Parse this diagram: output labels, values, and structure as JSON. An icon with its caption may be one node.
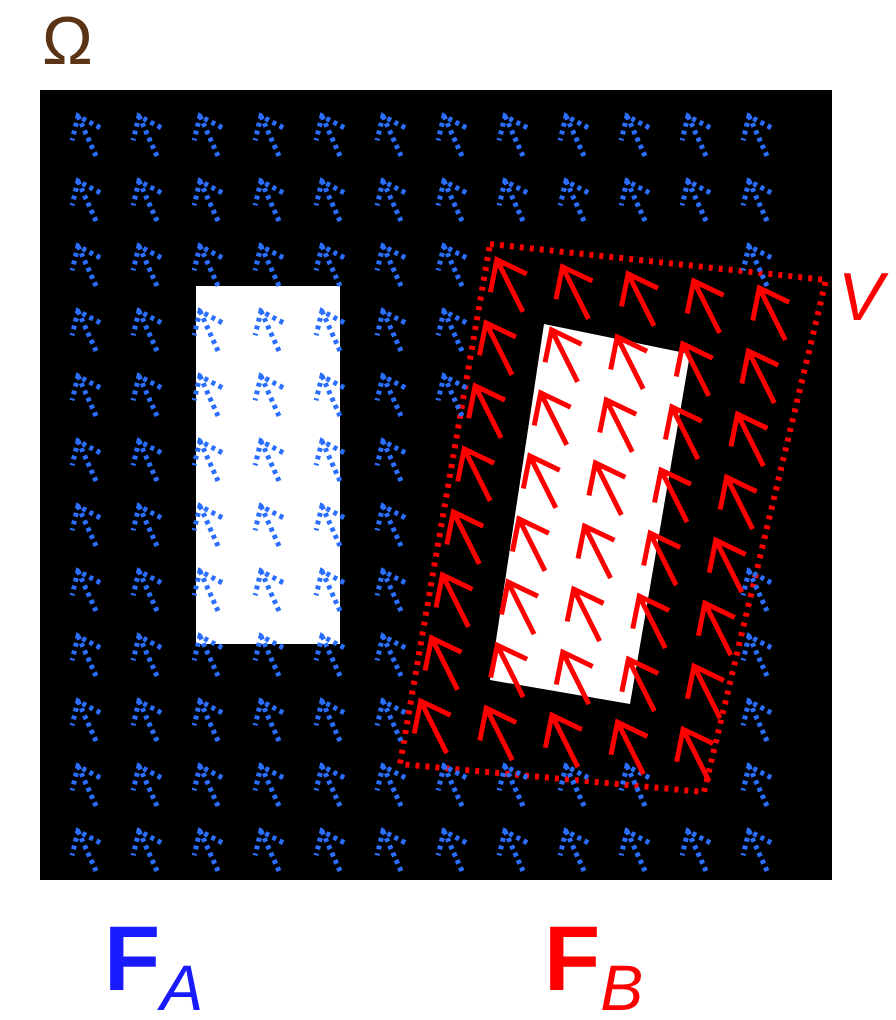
{
  "diagram": {
    "nodes": [
      {
        "text": [
          "Ω"
        ]
      },
      {
        "text": [],
        "shape": "box",
        "in": 0
      },
      {
        "text": [
          "V"
        ],
        "in": 0
      },
      {
        "text": [],
        "shape": "box",
        "in": 2
      }
    ],
    "labels": [
      "**F**$_{A}$",
      "**F**$_{B}$"
    ]
  }
}
